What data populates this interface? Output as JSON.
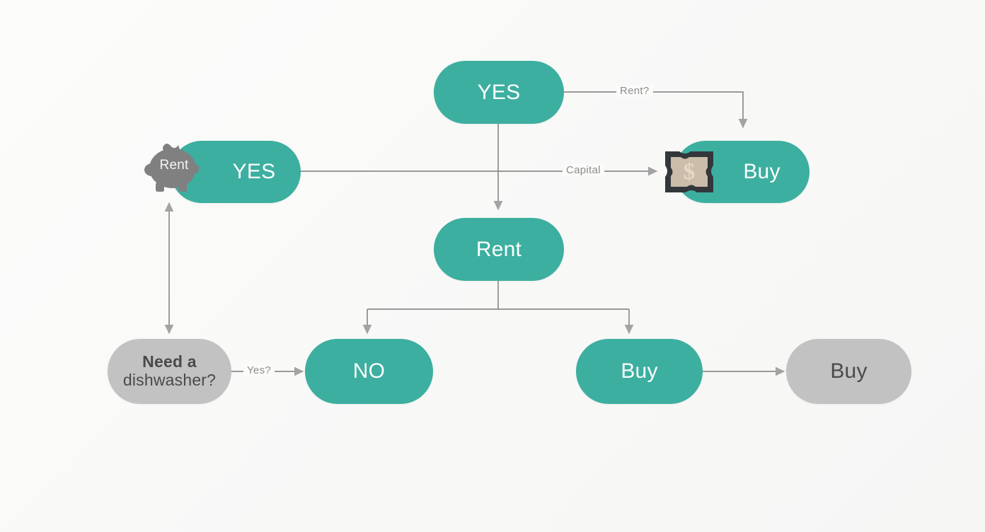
{
  "diagram": {
    "title": "Rent vs Buy decision flowchart",
    "background_color": "#fbfbfa",
    "accent_color": "#3cafa0",
    "muted_color": "#c2c2c2",
    "line_color": "#8d8d8d"
  },
  "nodes": {
    "top_yes": {
      "label": "YES",
      "style": "teal"
    },
    "left_yes": {
      "label": "YES",
      "style": "teal"
    },
    "right_buy_top": {
      "label": "Buy",
      "style": "teal"
    },
    "center_rent": {
      "label": "Rent",
      "style": "teal"
    },
    "need_dishwasher": {
      "line1": "Need a",
      "line2": "dishwasher?",
      "style": "gray"
    },
    "bottom_no": {
      "label": "NO",
      "style": "teal"
    },
    "bottom_buy_teal": {
      "label": "Buy",
      "style": "teal"
    },
    "bottom_buy_gray": {
      "label": "Buy",
      "style": "gray"
    }
  },
  "icons": {
    "piggy_bank": {
      "name": "piggy-bank-icon",
      "label": "Rent",
      "color": "#808080"
    },
    "banknote": {
      "name": "banknote-dollar-icon",
      "symbol": "$",
      "border_color": "#33373b",
      "fill_color": "#cbbda9"
    }
  },
  "edge_labels": {
    "rent_question": "Rent?",
    "capital": "Capital",
    "yes_question": "Yes?"
  }
}
